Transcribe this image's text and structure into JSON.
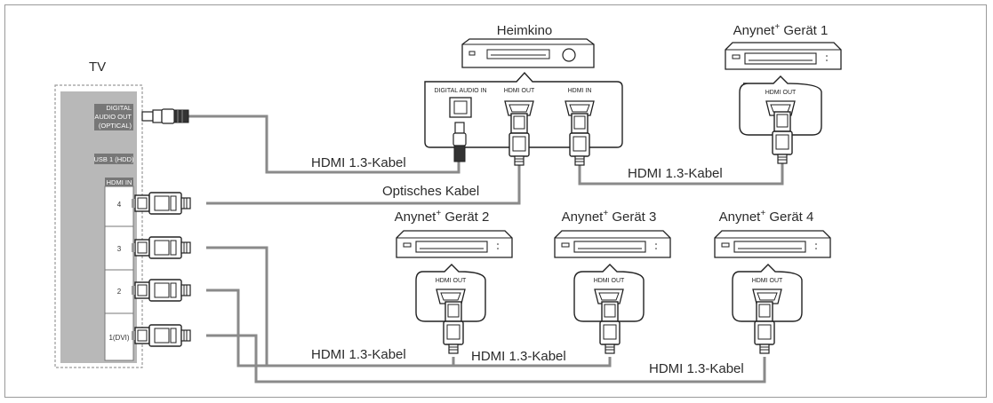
{
  "tv": {
    "title": "TV",
    "digital_audio_out": [
      "DIGITAL",
      "AUDIO OUT",
      "(OPTICAL)"
    ],
    "usb": "USB 1 (HDD)",
    "hdmi_in": "HDMI IN",
    "ports": [
      "4",
      "3",
      "2",
      "1(DVI)"
    ]
  },
  "home_theater": {
    "title": "Heimkino",
    "digital_audio_in": "DIGITAL AUDIO IN",
    "hdmi_out": "HDMI OUT",
    "hdmi_in": "HDMI IN"
  },
  "devices": [
    {
      "name": "Anynet",
      "sup": "+",
      "suffix": " Gerät 1",
      "port": "HDMI OUT"
    },
    {
      "name": "Anynet",
      "sup": "+",
      "suffix": " Gerät 2",
      "port": "HDMI OUT"
    },
    {
      "name": "Anynet",
      "sup": "+",
      "suffix": " Gerät 3",
      "port": "HDMI OUT"
    },
    {
      "name": "Anynet",
      "sup": "+",
      "suffix": " Gerät 4",
      "port": "HDMI OUT"
    }
  ],
  "cables": {
    "optical_top": "HDMI 1.3-Kabel",
    "optical": "Optisches Kabel",
    "device1": "HDMI 1.3-Kabel",
    "device2": "HDMI 1.3-Kabel",
    "device3": "HDMI 1.3-Kabel",
    "device4": "HDMI 1.3-Kabel"
  }
}
